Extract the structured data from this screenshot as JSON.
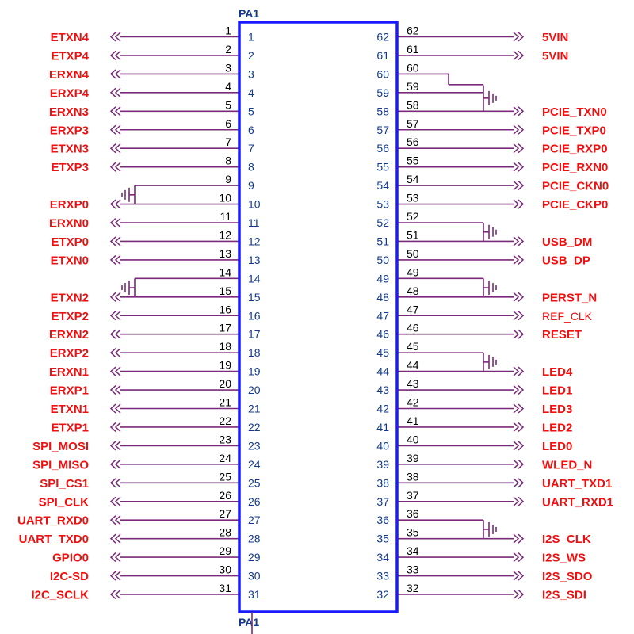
{
  "component": {
    "ref_top": "PA1",
    "ref_bottom": "PA1"
  },
  "left_pins": [
    {
      "pin": "1",
      "net": "ETXN4"
    },
    {
      "pin": "2",
      "net": "ETXP4"
    },
    {
      "pin": "3",
      "net": "ERXN4"
    },
    {
      "pin": "4",
      "net": "ERXP4"
    },
    {
      "pin": "5",
      "net": "ERXN3"
    },
    {
      "pin": "6",
      "net": "ERXP3"
    },
    {
      "pin": "7",
      "net": "ETXN3"
    },
    {
      "pin": "8",
      "net": "ETXP3"
    },
    {
      "pin": "9",
      "net": "",
      "ground": true
    },
    {
      "pin": "10",
      "net": "ERXP0",
      "ground": true
    },
    {
      "pin": "11",
      "net": "ERXN0"
    },
    {
      "pin": "12",
      "net": "ETXP0"
    },
    {
      "pin": "13",
      "net": "ETXN0"
    },
    {
      "pin": "14",
      "net": "",
      "ground": true
    },
    {
      "pin": "15",
      "net": "ETXN2",
      "ground": true
    },
    {
      "pin": "16",
      "net": "ETXP2"
    },
    {
      "pin": "17",
      "net": "ERXN2"
    },
    {
      "pin": "18",
      "net": "ERXP2"
    },
    {
      "pin": "19",
      "net": "ERXN1"
    },
    {
      "pin": "20",
      "net": "ERXP1"
    },
    {
      "pin": "21",
      "net": "ETXN1"
    },
    {
      "pin": "22",
      "net": "ETXP1"
    },
    {
      "pin": "23",
      "net": "SPI_MOSI"
    },
    {
      "pin": "24",
      "net": "SPI_MISO"
    },
    {
      "pin": "25",
      "net": "SPI_CS1"
    },
    {
      "pin": "26",
      "net": "SPI_CLK"
    },
    {
      "pin": "27",
      "net": "UART_RXD0"
    },
    {
      "pin": "28",
      "net": "UART_TXD0"
    },
    {
      "pin": "29",
      "net": "GPIO0"
    },
    {
      "pin": "30",
      "net": "I2C-SD"
    },
    {
      "pin": "31",
      "net": "I2C_SCLK"
    }
  ],
  "right_pins": [
    {
      "pin": "62",
      "net": "5VIN"
    },
    {
      "pin": "61",
      "net": "5VIN"
    },
    {
      "pin": "60",
      "net": "",
      "ground": true
    },
    {
      "pin": "59",
      "net": "",
      "ground": true
    },
    {
      "pin": "58",
      "net": "PCIE_TXN0"
    },
    {
      "pin": "57",
      "net": "PCIE_TXP0"
    },
    {
      "pin": "56",
      "net": "PCIE_RXP0"
    },
    {
      "pin": "55",
      "net": "PCIE_RXN0"
    },
    {
      "pin": "54",
      "net": "PCIE_CKN0"
    },
    {
      "pin": "53",
      "net": "PCIE_CKP0"
    },
    {
      "pin": "52",
      "net": "",
      "ground": true
    },
    {
      "pin": "51",
      "net": "USB_DM",
      "ground": true
    },
    {
      "pin": "50",
      "net": "USB_DP"
    },
    {
      "pin": "49",
      "net": "",
      "ground": true
    },
    {
      "pin": "48",
      "net": "PERST_N",
      "ground": true
    },
    {
      "pin": "47",
      "net": "REF_CLK"
    },
    {
      "pin": "46",
      "net": "RESET"
    },
    {
      "pin": "45",
      "net": "",
      "ground": true
    },
    {
      "pin": "44",
      "net": "LED4",
      "ground": true
    },
    {
      "pin": "43",
      "net": "LED1"
    },
    {
      "pin": "42",
      "net": "LED3"
    },
    {
      "pin": "41",
      "net": "LED2"
    },
    {
      "pin": "40",
      "net": "LED0"
    },
    {
      "pin": "39",
      "net": "WLED_N"
    },
    {
      "pin": "38",
      "net": "UART_TXD1"
    },
    {
      "pin": "37",
      "net": "UART_RXD1"
    },
    {
      "pin": "36",
      "net": "",
      "ground": true
    },
    {
      "pin": "35",
      "net": "I2S_CLK",
      "ground": true
    },
    {
      "pin": "34",
      "net": "I2S_WS"
    },
    {
      "pin": "33",
      "net": "I2S_SDO"
    },
    {
      "pin": "32",
      "net": "I2S_SDI"
    }
  ],
  "colors": {
    "net_label": "#ee1111",
    "wire": "#7a2a7a",
    "component_outline": "#1a1aff",
    "pin_number_inner": "#123a8c",
    "pin_number_outer": "#000000"
  }
}
